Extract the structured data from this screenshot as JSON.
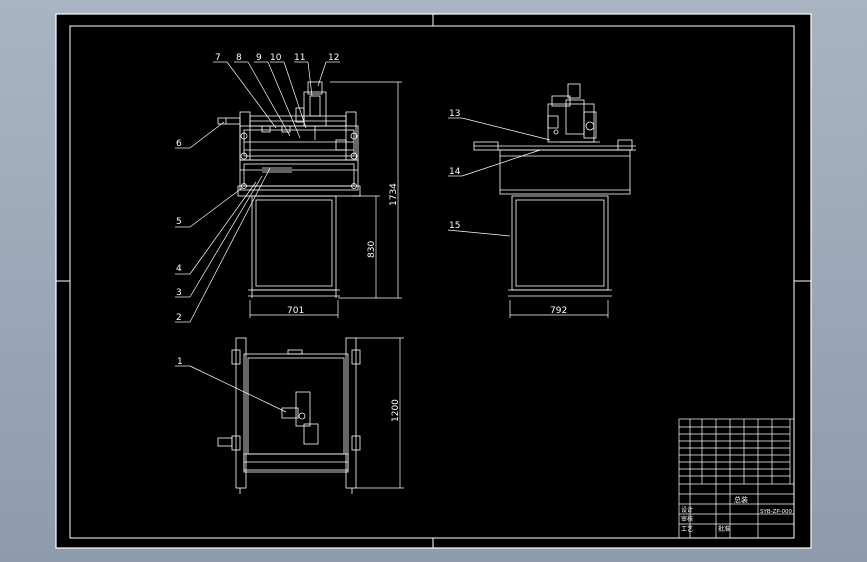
{
  "colors": {
    "viewport_bg": "#9aa6b6",
    "sheet_bg": "#000000",
    "line": "#ffffff"
  },
  "front_view": {
    "part_labels": [
      "7",
      "8",
      "9",
      "10",
      "11",
      "12",
      "6",
      "5",
      "4",
      "3",
      "2"
    ],
    "dim_total_height": "1734",
    "dim_table_height": "830",
    "dim_width": "701"
  },
  "side_view": {
    "part_labels": [
      "13",
      "14",
      "15"
    ],
    "dim_width": "792"
  },
  "top_view": {
    "part_labels": [
      "1"
    ],
    "dim_depth": "1200"
  },
  "title_block": {
    "name_cell": "总装",
    "drawing_no": "SYB-ZP-000",
    "rows": [
      "设计",
      "审核",
      "工艺",
      "批准"
    ]
  }
}
